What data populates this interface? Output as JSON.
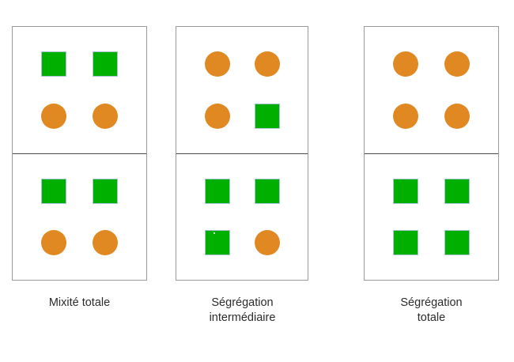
{
  "figure": {
    "title": "",
    "description": "Three two-storey building diagrams illustrating degrees of residential segregation between two agent types (green squares and orange circles).",
    "colors": {
      "square_fill": "#00b000",
      "square_border": "#a9c6d6",
      "circle_fill": "#e08922",
      "outer_border": "#9a9a9a",
      "divider": "#4a4a4a",
      "background": "#ffffff",
      "text": "#2b2b2b"
    },
    "shape_names": {
      "square": "green-square-agent",
      "circle": "orange-circle-agent"
    },
    "columns": [
      {
        "id": "mixite-totale",
        "caption": "Mixité totale",
        "blocks": [
          {
            "id": "upper",
            "agents": [
              "square",
              "square",
              "circle",
              "circle"
            ]
          },
          {
            "id": "lower",
            "agents": [
              "square",
              "square",
              "circle",
              "circle"
            ]
          }
        ]
      },
      {
        "id": "segregation-intermediaire",
        "caption": "Ségrégation\nintermédiaire",
        "blocks": [
          {
            "id": "upper",
            "agents": [
              "circle",
              "circle",
              "circle",
              "square"
            ]
          },
          {
            "id": "lower",
            "agents": [
              "square",
              "square",
              "square",
              "circle"
            ]
          }
        ]
      },
      {
        "id": "segregation-totale",
        "caption": "Ségrégation\ntotale",
        "blocks": [
          {
            "id": "upper",
            "agents": [
              "circle",
              "circle",
              "circle",
              "circle"
            ]
          },
          {
            "id": "lower",
            "agents": [
              "square",
              "square",
              "square",
              "square"
            ]
          }
        ]
      }
    ]
  }
}
